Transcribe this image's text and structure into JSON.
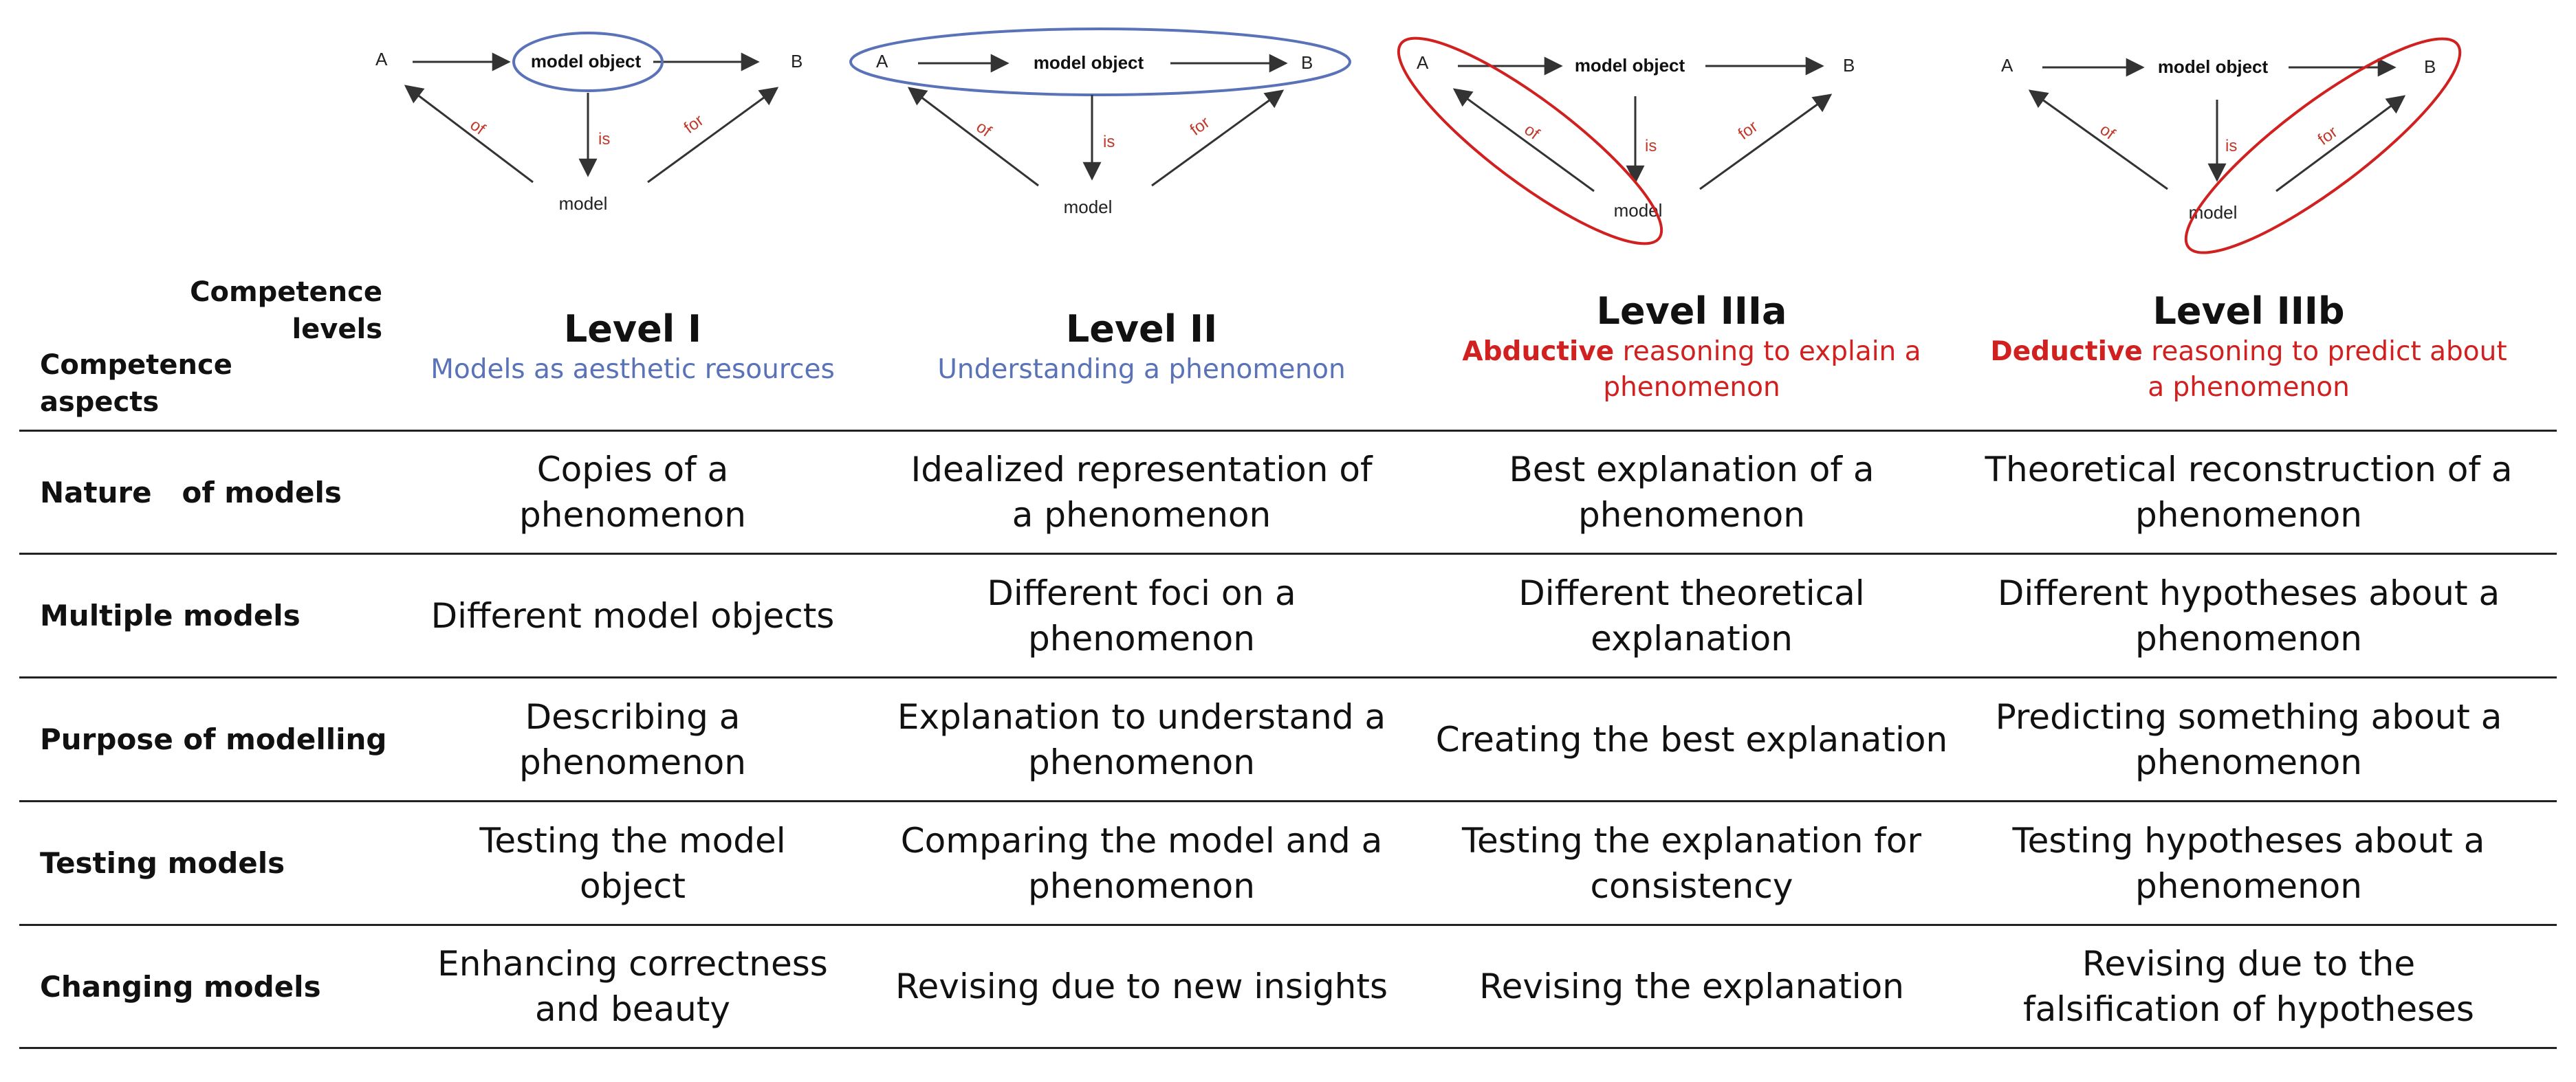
{
  "diagrams": [
    {
      "a": "A",
      "b": "B",
      "center": "model object",
      "model": "model",
      "of": "of",
      "is": "is",
      "for": "for",
      "highlight": "model-object",
      "color": "#5a72b8"
    },
    {
      "a": "A",
      "b": "B",
      "center": "model object",
      "model": "model",
      "of": "of",
      "is": "is",
      "for": "for",
      "highlight": "top-row",
      "color": "#5a72b8"
    },
    {
      "a": "A",
      "b": "B",
      "center": "model object",
      "model": "model",
      "of": "of",
      "is": "is",
      "for": "for",
      "highlight": "a-model",
      "color": "#d0201f"
    },
    {
      "a": "A",
      "b": "B",
      "center": "model object",
      "model": "model",
      "of": "of",
      "is": "is",
      "for": "for",
      "highlight": "model-b",
      "color": "#d0201f"
    }
  ],
  "table": {
    "corner_top": [
      "Competence",
      "levels"
    ],
    "corner_bottom": [
      "Competence",
      "aspects"
    ],
    "levels": [
      {
        "title": "Level I",
        "subtitle_plain": "Models as aesthetic resources"
      },
      {
        "title": "Level II",
        "subtitle_plain": "Understanding a phenomenon"
      },
      {
        "title": "Level IIIa",
        "subtitle_bold": "Abductive",
        "subtitle_rest": " reasoning to explain a phenomenon"
      },
      {
        "title": "Level IIIb",
        "subtitle_bold": "Deductive",
        "subtitle_rest": " reasoning to predict about a phenomenon"
      }
    ],
    "rows": [
      {
        "label": "Nature   of models",
        "cells": [
          "Copies of a phenomenon",
          "Idealized representation of a phenomenon",
          "Best explanation of a phenomenon",
          "Theoretical reconstruction of a phenomenon"
        ]
      },
      {
        "label": "Multiple models",
        "cells": [
          "Different model objects",
          "Different foci on a phenomenon",
          "Different theoretical explanation",
          "Different hypotheses about a phenomenon"
        ]
      },
      {
        "label": "Purpose of modelling",
        "cells": [
          "Describing a phenomenon",
          "Explanation to understand a phenomenon",
          "Creating the best explanation",
          "Predicting something about a phenomenon"
        ]
      },
      {
        "label": "Testing models",
        "cells": [
          "Testing the model object",
          "Comparing the model and a phenomenon",
          "Testing the explanation for consistency",
          "Testing hypotheses about a phenomenon"
        ]
      },
      {
        "label": "Changing models",
        "cells": [
          "Enhancing correctness and beauty",
          "Revising due to new insights",
          "Revising the explanation",
          "Revising due to the falsification of hypotheses"
        ]
      }
    ]
  }
}
